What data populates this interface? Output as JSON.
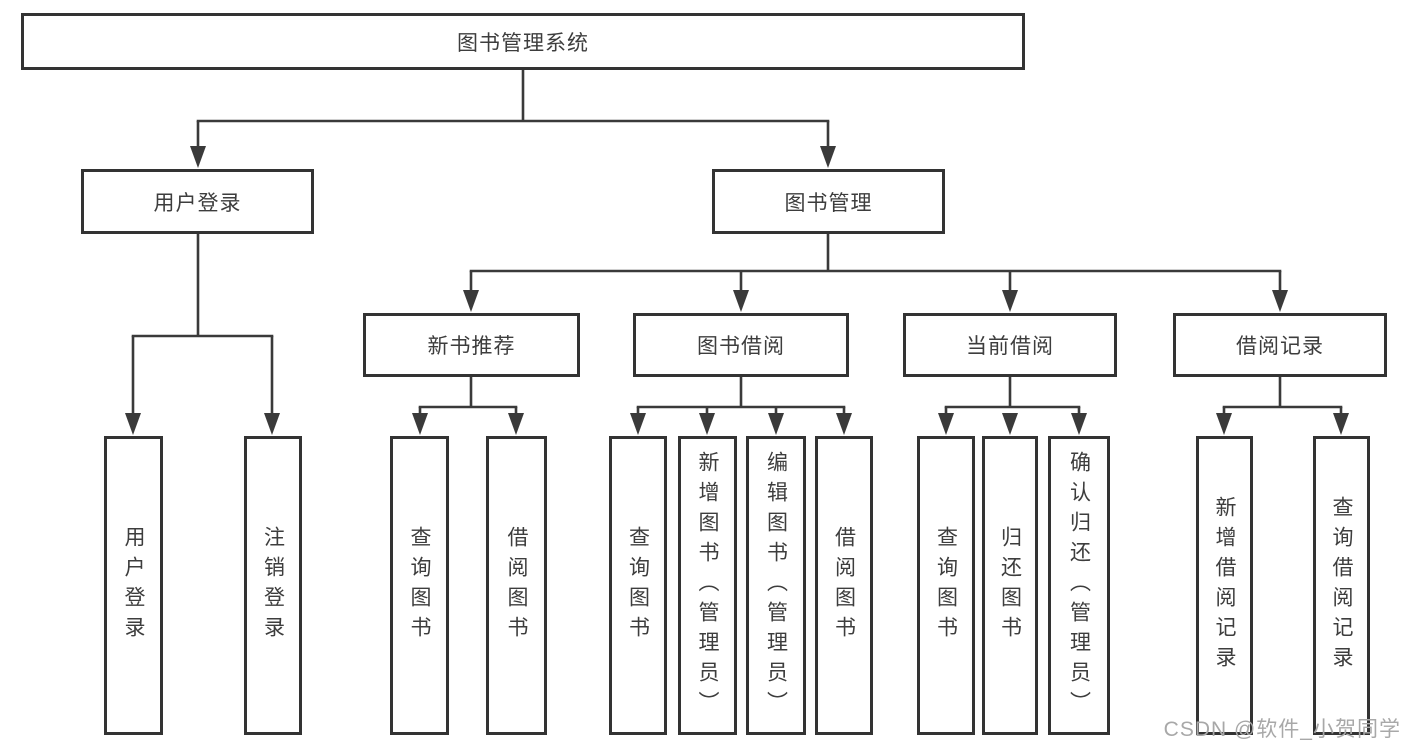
{
  "diagram": {
    "type": "hierarchy-tree",
    "root": {
      "label": "图书管理系统"
    },
    "branches": [
      {
        "label": "用户登录",
        "children": [
          {
            "label": "用户登录"
          },
          {
            "label": "注销登录"
          }
        ]
      },
      {
        "label": "图书管理",
        "children": [
          {
            "label": "新书推荐",
            "children": [
              {
                "label": "查询图书"
              },
              {
                "label": "借阅图书"
              }
            ]
          },
          {
            "label": "图书借阅",
            "children": [
              {
                "label": "查询图书"
              },
              {
                "label": "新增图书（管理员）"
              },
              {
                "label": "编辑图书（管理员）"
              },
              {
                "label": "借阅图书"
              }
            ]
          },
          {
            "label": "当前借阅",
            "children": [
              {
                "label": "查询图书"
              },
              {
                "label": "归还图书"
              },
              {
                "label": "确认归还（管理员）"
              }
            ]
          },
          {
            "label": "借阅记录",
            "children": [
              {
                "label": "新增借阅记录"
              },
              {
                "label": "查询借阅记录"
              }
            ]
          }
        ]
      }
    ]
  },
  "watermark": {
    "text": "CSDN @软件_小贺同学"
  },
  "colors": {
    "line": "#3a3a3a",
    "box_border": "#333333",
    "box_fill": "#ffffff",
    "text": "#3d3d3d",
    "watermark": "#a8a8a8",
    "background": "#ffffff"
  }
}
